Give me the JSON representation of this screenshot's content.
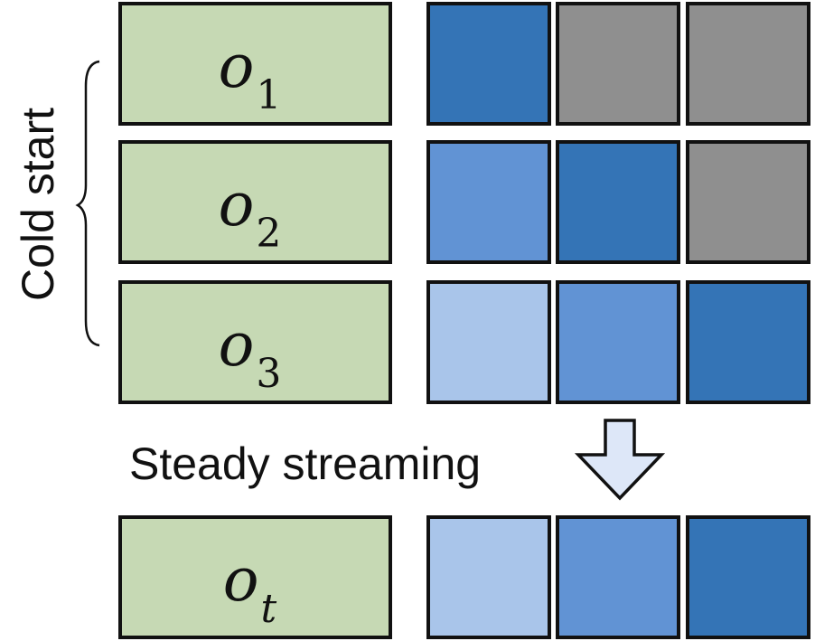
{
  "colors": {
    "observation_fill": "#c6d9b4",
    "grey": "#8f8f8f",
    "dark_blue": "#3474b6",
    "medium_blue": "#6193d4",
    "light_blue": "#a9c5ea",
    "arrow_fill": "#dde7f8"
  },
  "cold_start_label": "Cold start",
  "steady_label": "Steady streaming",
  "rows": [
    {
      "obs_main": "o",
      "obs_sub": "1",
      "sub_italic": false,
      "cells": [
        "dark_blue",
        "grey",
        "grey"
      ]
    },
    {
      "obs_main": "o",
      "obs_sub": "2",
      "sub_italic": false,
      "cells": [
        "medium_blue",
        "dark_blue",
        "grey"
      ]
    },
    {
      "obs_main": "o",
      "obs_sub": "3",
      "sub_italic": false,
      "cells": [
        "light_blue",
        "medium_blue",
        "dark_blue"
      ]
    },
    {
      "obs_main": "o",
      "obs_sub": "t",
      "sub_italic": true,
      "cells": [
        "light_blue",
        "medium_blue",
        "dark_blue"
      ]
    }
  ],
  "arrow_icon": "down-arrow-icon"
}
